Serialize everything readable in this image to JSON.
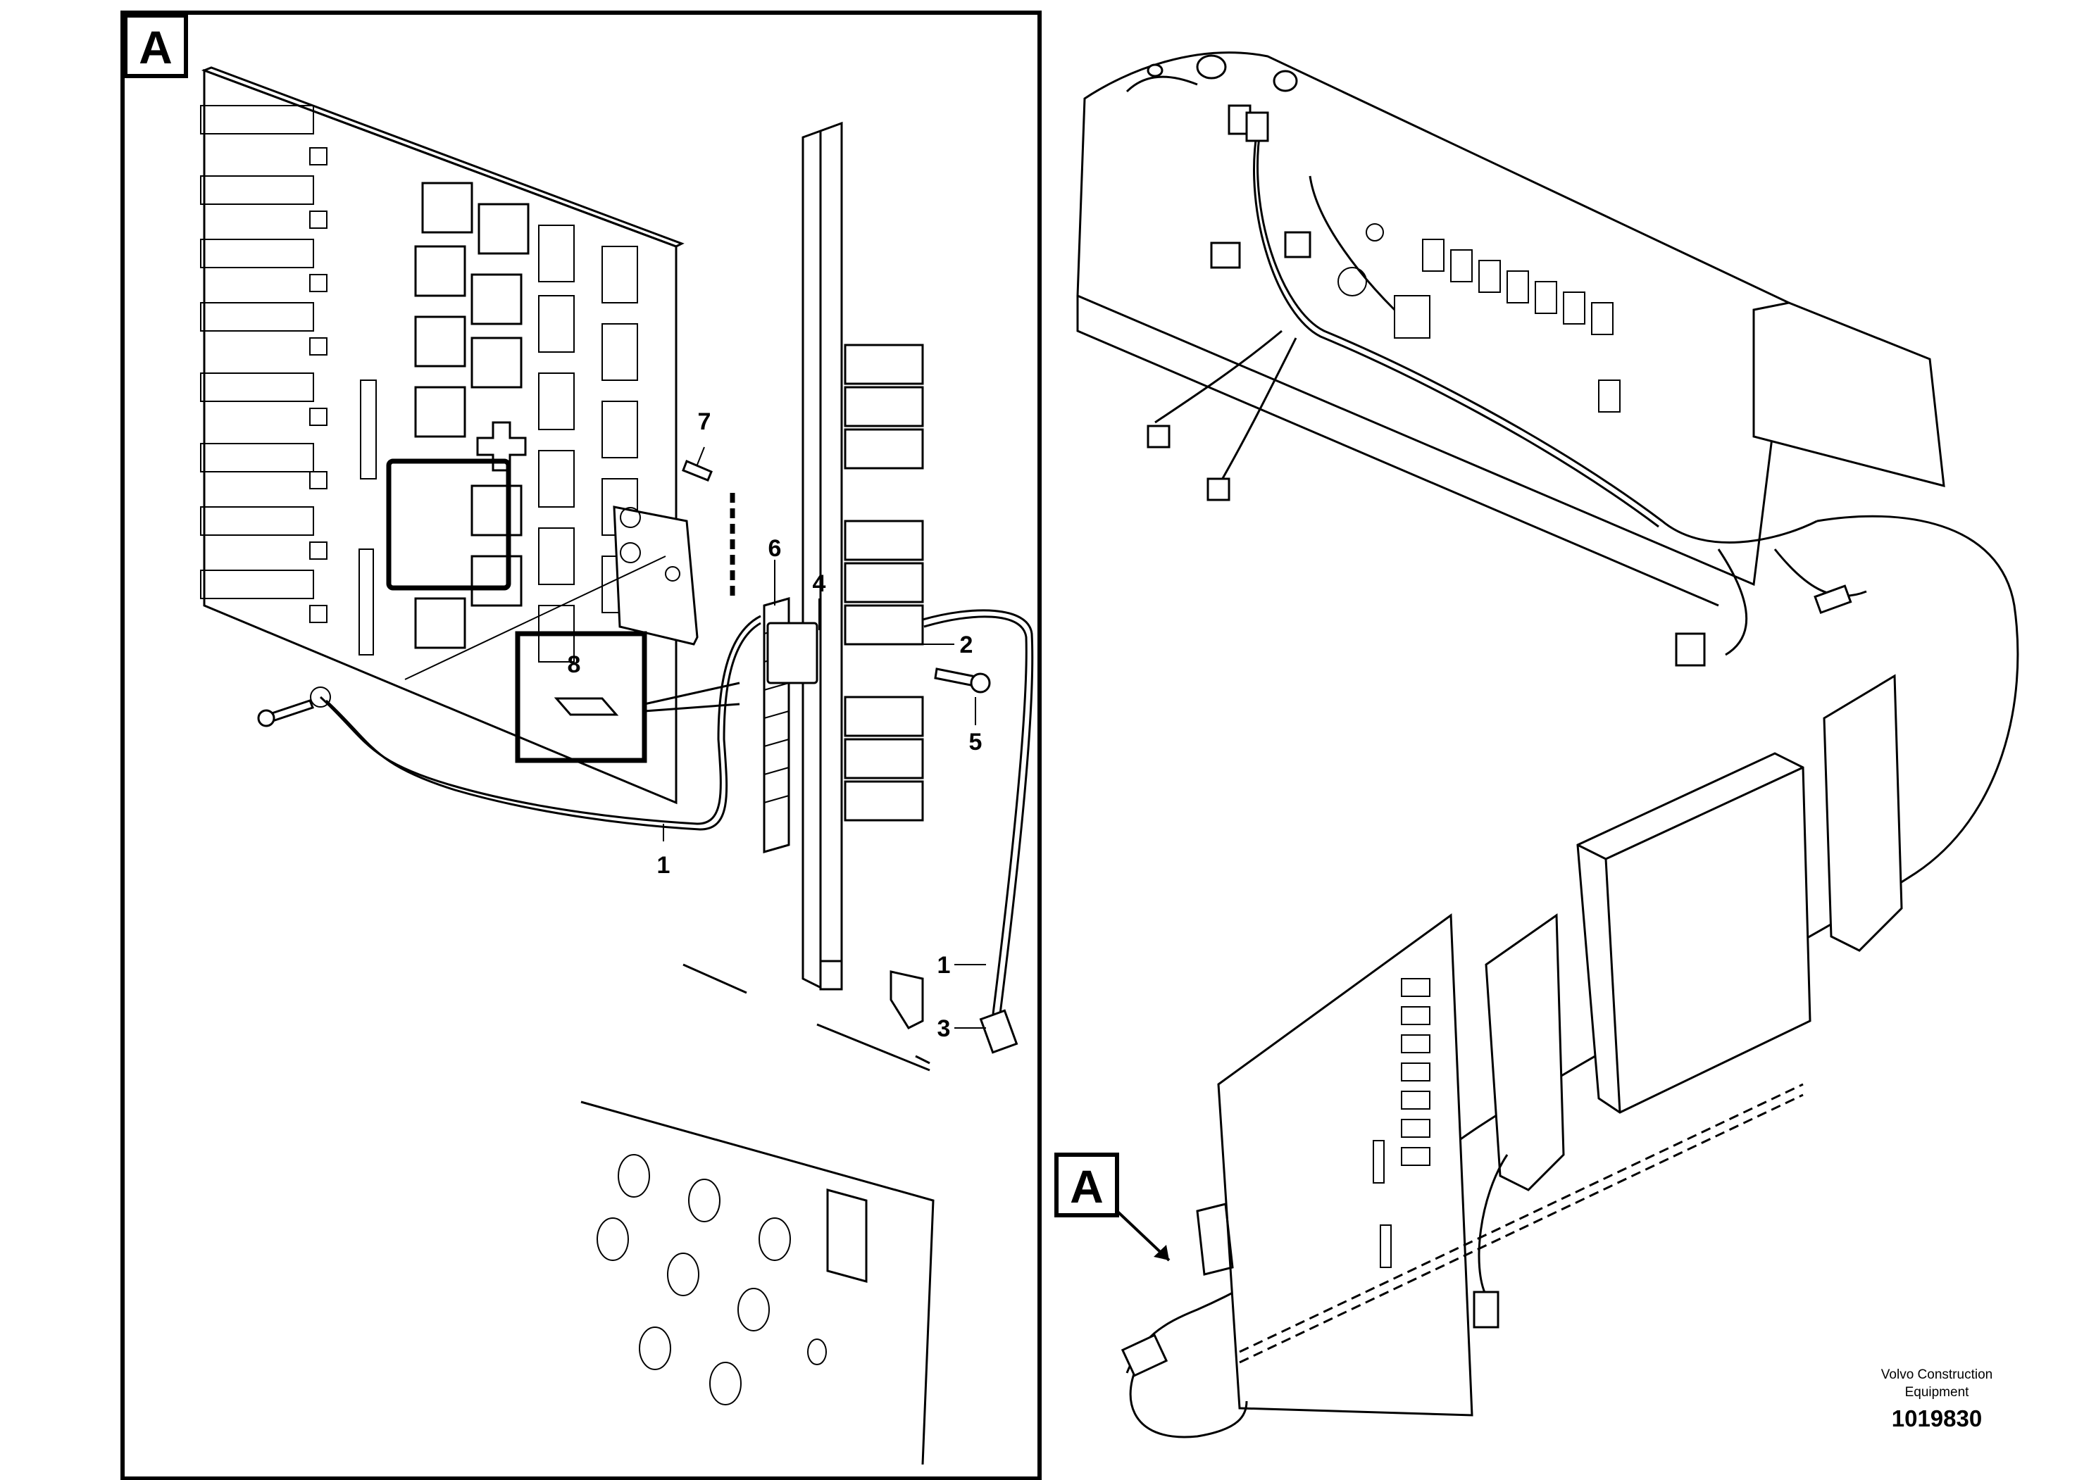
{
  "detail_view": {
    "label": "A",
    "callouts": [
      "7",
      "6",
      "4",
      "2",
      "5",
      "8",
      "1",
      "1",
      "3"
    ]
  },
  "main_view": {
    "label": "A"
  },
  "credit": {
    "line1": "Volvo Construction",
    "line2": "Equipment",
    "part_number": "1019830"
  }
}
